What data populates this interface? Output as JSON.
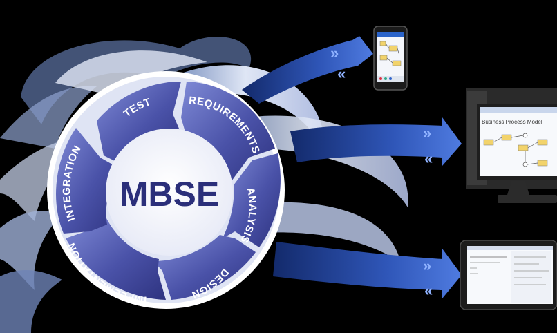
{
  "diagram": {
    "center_label": "MBSE",
    "segments": [
      {
        "id": "test",
        "label": "TEST"
      },
      {
        "id": "requirements",
        "label": "REQUIREMENTS"
      },
      {
        "id": "analysis",
        "label": "ANALYSIS"
      },
      {
        "id": "design",
        "label": "DESIGN"
      },
      {
        "id": "implementation",
        "label": "IMPLEMENTATION"
      },
      {
        "id": "integration",
        "label": "INTEGRATION"
      }
    ],
    "arrow_forward_glyph": "»",
    "arrow_back_glyph": "«",
    "devices": [
      {
        "id": "phone",
        "icon": "smartphone-icon"
      },
      {
        "id": "desktop",
        "icon": "desktop-monitor-icon",
        "screen_title": "Business Process Model"
      },
      {
        "id": "tablet",
        "icon": "tablet-icon"
      }
    ],
    "colors": {
      "background": "#000000",
      "segment_dark": "#3a3f8f",
      "segment_light": "#6b78c8",
      "center_text": "#2b2f7a",
      "arrow_blue": "#2c4fae",
      "swoosh": "#c9d4ea"
    }
  }
}
